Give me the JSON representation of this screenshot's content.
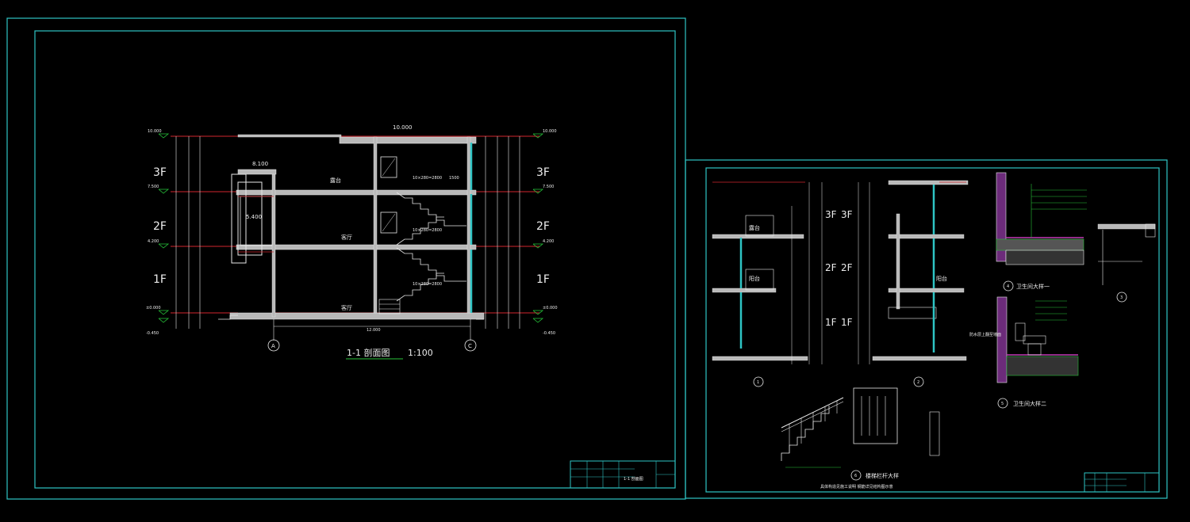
{
  "left_sheet": {
    "title": "1-1  剖面图",
    "scale": "1:100",
    "floors_left": [
      "3F",
      "2F",
      "1F"
    ],
    "floors_right": [
      "3F",
      "2F",
      "1F"
    ],
    "elevations_left": [
      "10.000",
      "7.500",
      "4.200",
      "±0.000",
      "-0.450"
    ],
    "elevations_right": [
      "10.000",
      "7.500",
      "4.200",
      "±0.000",
      "-0.450"
    ],
    "top_elevation": "10.000",
    "parapet_elevation": "8.100",
    "window_elevation": "5.400",
    "overall_dim": "12.000",
    "axis_a": "A",
    "axis_c": "C",
    "rooms": [
      "露台",
      "客厅",
      "客厅"
    ],
    "stair_labels": [
      "10×280=2800",
      "10×280=2800",
      "10×280=2800"
    ],
    "dim_1500": "1500",
    "titleblock": "1-1 剖面图"
  },
  "right_sheet": {
    "detail_labels": [
      "1",
      "2",
      "3",
      "4",
      "5",
      "6"
    ],
    "detail_4_title": "卫生间大样一",
    "detail_5_title": "卫生间大样二",
    "detail_6_title": "楼梯栏杆大样",
    "detail_6_note": "具体构造见施工说明 钢筋详见结构图示意",
    "detail_1_floors": [
      "3F",
      "2F",
      "1F"
    ],
    "detail_2_floors": [
      "3F",
      "2F",
      "1F"
    ],
    "room_labels": [
      "露台",
      "阳台",
      "阳台"
    ],
    "wall_note": "防水层上翻至墙面"
  },
  "colors": {
    "frame": "#2ec4c4",
    "lines": "#e8e8e8",
    "floor_lines": "#d2262e",
    "dimensions": "#27c43a",
    "background": "#000000"
  }
}
